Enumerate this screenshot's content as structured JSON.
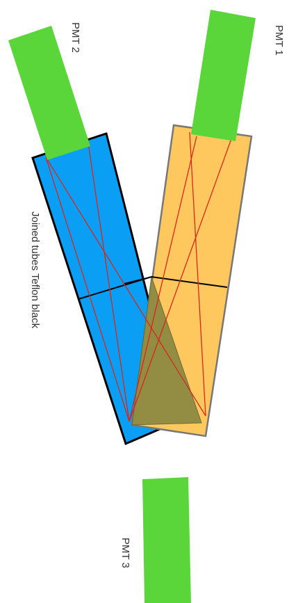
{
  "labels": {
    "pmt1": "PMT 1",
    "pmt2": "PMT 2",
    "pmt3": "PMT 3",
    "caption": "Joined tubes Teflon black"
  },
  "colors": {
    "pmt_green": "#5BD63A",
    "tube_blue": "#0A9EF5",
    "tube_orange": "#FFC85E",
    "overlap": "#8E8A43",
    "ray_red": "#D9261C",
    "outline_black": "#000000",
    "outline_gray": "#777777",
    "text": "#333333"
  }
}
